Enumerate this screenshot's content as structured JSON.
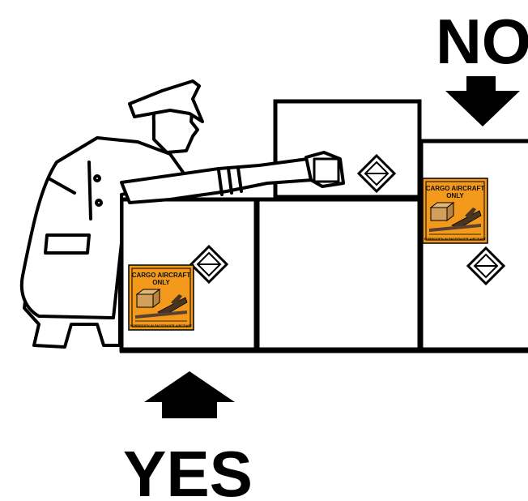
{
  "labels": {
    "no": "NO",
    "yes": "YES"
  },
  "cargo_label": {
    "title_line1": "CARGO AIRCRAFT",
    "title_line2": "ONLY",
    "footer": "FORBIDDEN IN PASSENGER AIRCRAFT"
  },
  "colors": {
    "label_orange": "#f39a1c",
    "ink": "#000000",
    "background": "#ffffff"
  },
  "icons": [
    "arrow-down-icon",
    "arrow-up-icon",
    "hazard-diamond-icon",
    "cargo-aircraft-only-label",
    "worker-figure"
  ]
}
